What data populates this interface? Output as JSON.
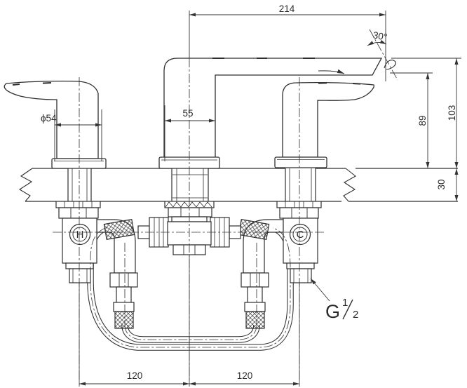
{
  "drawing": {
    "dims": {
      "spout_reach": "214",
      "spout_angle": "30°",
      "spout_base_width": "55",
      "handle_base_diameter": "ϕ54",
      "spout_outlet_height": "89",
      "spout_total_height": "103",
      "max_deck_thickness": "30",
      "hot_handle_spacing": "120",
      "cold_handle_spacing": "120"
    },
    "labels": {
      "hot_marking": "H",
      "cold_marking": "C",
      "thread_prefix": "G",
      "thread_numerator": "1",
      "thread_denominator": "2"
    },
    "colors": {
      "line": "#2e2e2e",
      "dimension": "#333333",
      "background": "#ffffff"
    }
  }
}
